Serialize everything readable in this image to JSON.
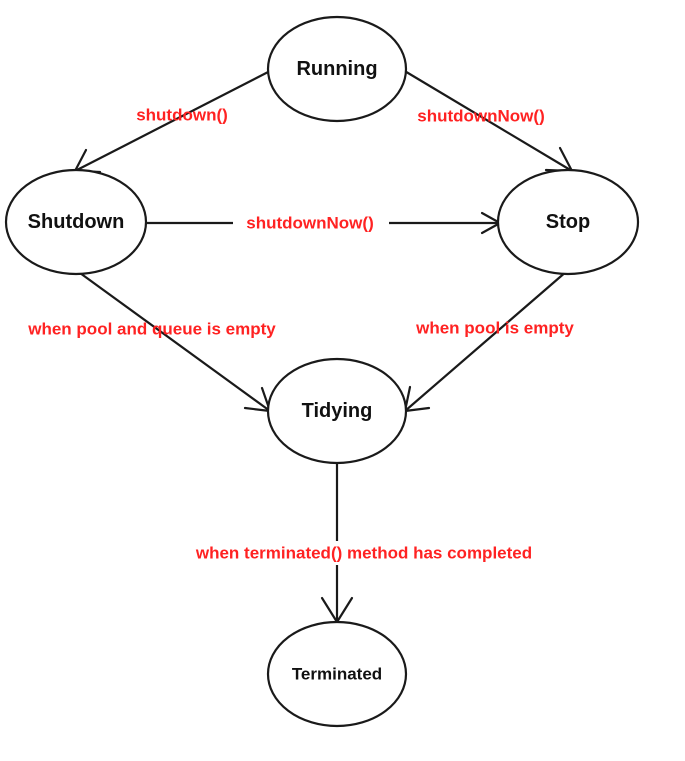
{
  "states": {
    "running": "Running",
    "shutdown": "Shutdown",
    "stop": "Stop",
    "tidying": "Tidying",
    "terminated": "Terminated"
  },
  "transitions": {
    "running_to_shutdown": "shutdown()",
    "running_to_stop": "shutdownNow()",
    "shutdown_to_stop": "shutdownNow()",
    "shutdown_to_tidying": "when pool and queue is empty",
    "stop_to_tidying": "when pool is empty",
    "tidying_to_terminated": "when terminated() method has completed"
  },
  "colors": {
    "label": "#ff2222",
    "stroke": "#1a1a1a"
  }
}
